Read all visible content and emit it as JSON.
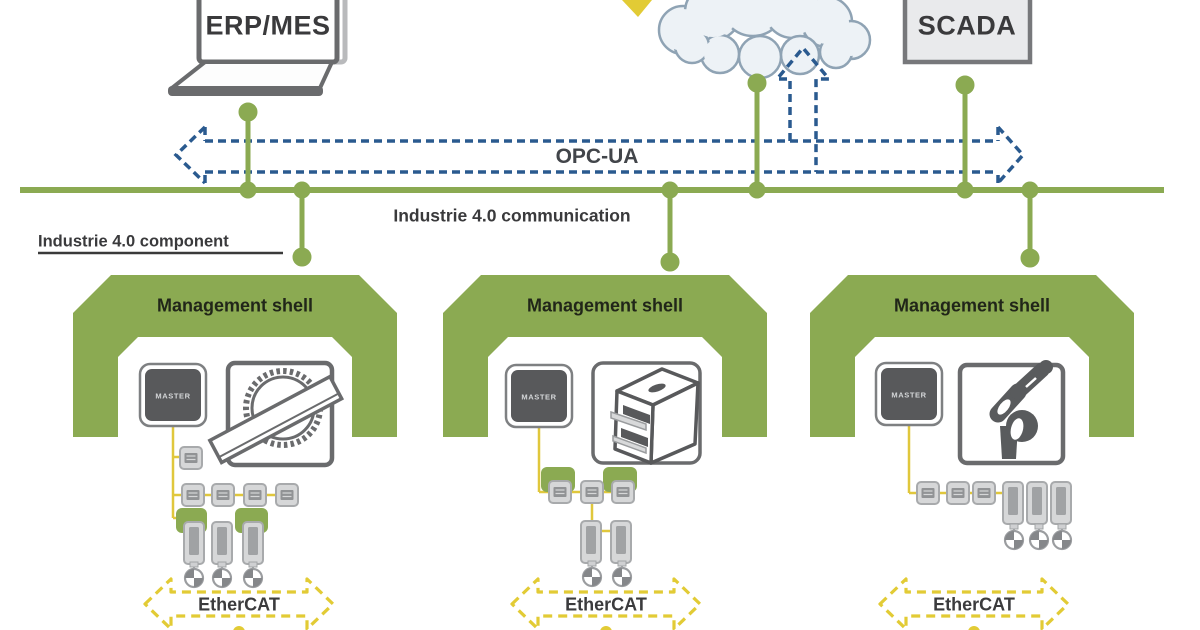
{
  "nodes": {
    "erp_mes": "ERP/MES",
    "scada": "SCADA",
    "opc_ua": "OPC-UA",
    "bus": "Industrie 4.0 communication",
    "component": "Industrie 4.0 component"
  },
  "components": [
    {
      "shell": "Management shell",
      "master": "MASTER",
      "machine": "circular-saw",
      "fieldbus": "EtherCAT"
    },
    {
      "shell": "Management shell",
      "master": "MASTER",
      "machine": "press-cabinet",
      "fieldbus": "EtherCAT"
    },
    {
      "shell": "Management shell",
      "master": "MASTER",
      "machine": "robot-arm",
      "fieldbus": "EtherCAT"
    }
  ],
  "colors": {
    "green": "#8baa52",
    "opc_ua_blue": "#2a5a8f",
    "ethercat_yellow": "#e2cb35",
    "device_gray": "#6a6b6d",
    "text_dark": "#3a3a3c"
  }
}
